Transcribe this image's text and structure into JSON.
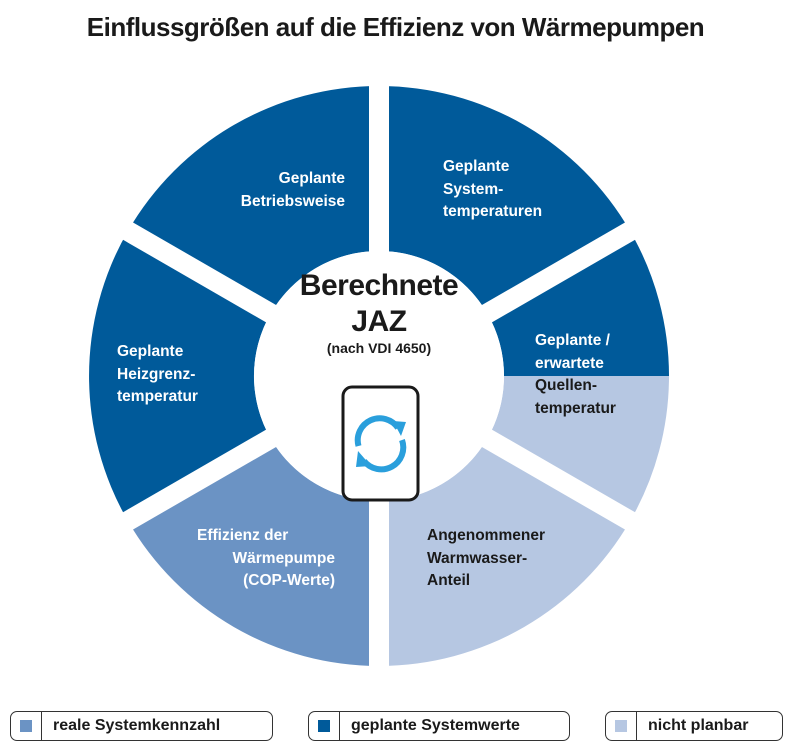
{
  "title": "Einflussgrößen auf die Effizienz von Wärmepumpen",
  "colors": {
    "geplant": "#005a9a",
    "real": "#6b93c4",
    "nicht_planbar": "#b6c7e2",
    "icon_cycle": "#2a9fdc",
    "text_dark": "#1a1a1a"
  },
  "center": {
    "title_line1": "Berechnete",
    "title_line2": "JAZ",
    "subtitle": "(nach VDI 4650)",
    "icon": "refresh-cycle-icon"
  },
  "segments": [
    {
      "id": "systemtemperaturen",
      "lines": [
        "Geplante",
        "System-",
        "temperaturen"
      ],
      "category": "geplante Systemwerte"
    },
    {
      "id": "quellentemperatur",
      "lines_top": [
        "Geplante /",
        "erwartete"
      ],
      "lines_bottom": [
        "Quellen-",
        "temperatur"
      ],
      "category": "geplante Systemwerte / nicht planbar"
    },
    {
      "id": "warmwasser",
      "lines": [
        "Angenommener",
        "Warmwasser-",
        "Anteil"
      ],
      "category": "nicht planbar"
    },
    {
      "id": "cop",
      "lines": [
        "Effizienz der",
        "Wärmepumpe",
        "(COP-Werte)"
      ],
      "category": "reale Systemkennzahl"
    },
    {
      "id": "heizgrenztemperatur",
      "lines": [
        "Geplante",
        "Heizgrenz-",
        "temperatur"
      ],
      "category": "geplante Systemwerte"
    },
    {
      "id": "betriebsweise",
      "lines": [
        "Geplante",
        "Betriebsweise"
      ],
      "category": "geplante Systemwerte"
    }
  ],
  "legend": [
    {
      "label": "reale Systemkennzahl",
      "color": "#6b93c4"
    },
    {
      "label": "geplante Systemwerte",
      "color": "#005a9a"
    },
    {
      "label": "nicht planbar",
      "color": "#b6c7e2"
    }
  ]
}
